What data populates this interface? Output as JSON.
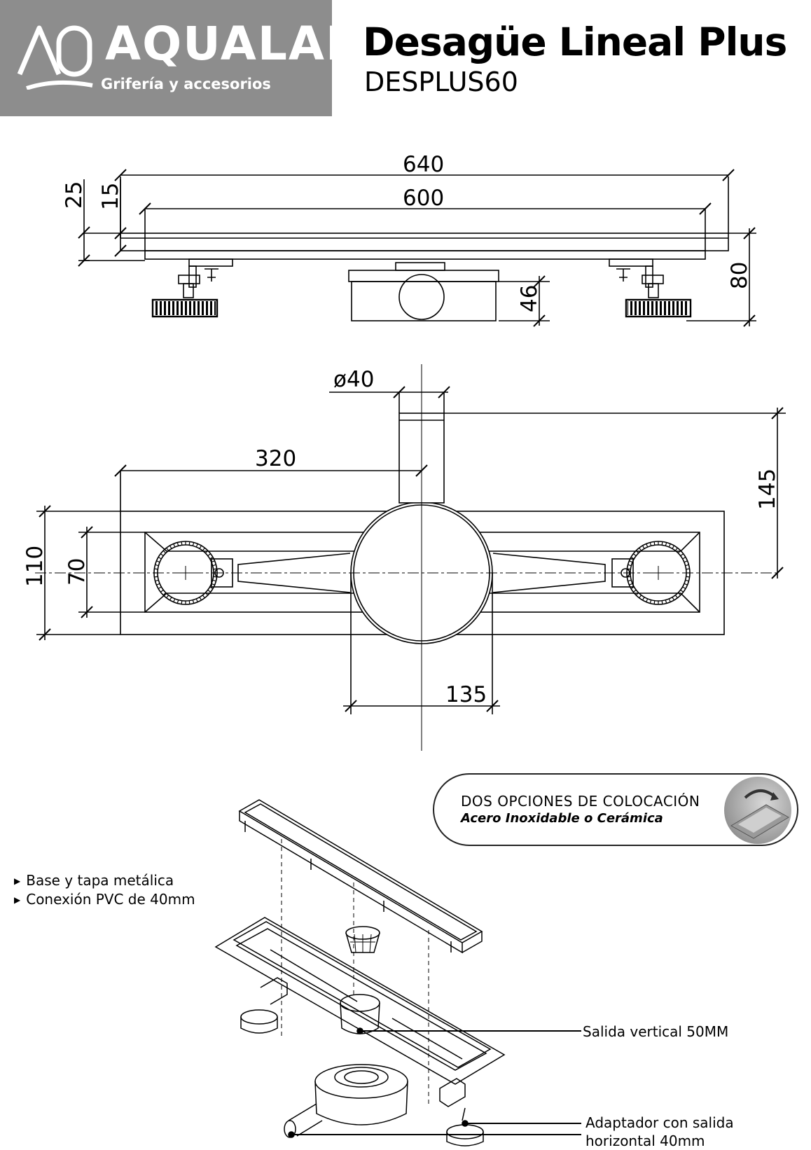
{
  "brand": {
    "name": "AQUALAF",
    "tagline": "Grifería y accesorios"
  },
  "product": {
    "title": "Desagüe Lineal Plus",
    "model": "DESPLUS60"
  },
  "side_view": {
    "dims": {
      "total_length": "640",
      "grate_length": "600",
      "height_left": "25",
      "thickness": "15",
      "body_height": "46",
      "total_height": "80"
    }
  },
  "top_view": {
    "dims": {
      "pipe_diameter": "ø40",
      "half_length": "320",
      "pipe_offset": "145",
      "outer_width": "110",
      "inner_width": "70",
      "trap_diameter": "135"
    }
  },
  "placement_badge": {
    "heading": "DOS OPCIONES DE COLOCACIÓN",
    "options": "Acero Inoxidable o Cerámica"
  },
  "features": [
    "Base y tapa metálica",
    "Conexión PVC de 40mm"
  ],
  "callouts": {
    "vertical_outlet": "Salida vertical 50MM",
    "adapter_line1": "Adaptador con salida",
    "adapter_line2": "horizontal 40mm"
  },
  "colors": {
    "logo_background": "#8d8d8d",
    "logo_text": "#ffffff",
    "line": "#000000"
  }
}
